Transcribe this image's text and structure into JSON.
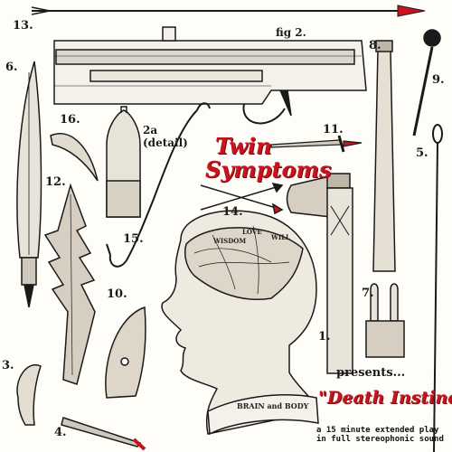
{
  "title": {
    "line1": "Twin",
    "line2": "Symptoms"
  },
  "presents": "presents...",
  "album_title": "\"Death Instinct\"",
  "description": {
    "line1": "a 15 minute extended play",
    "line2": "in full stereophonic sound"
  },
  "figure_labels": {
    "fig2": "fig 2.",
    "detail2a_line1": "2a",
    "detail2a_line2": "(detail)",
    "n1": "1.",
    "n3": "3.",
    "n4": "4.",
    "n5": "5.",
    "n6": "6.",
    "n7": "7.",
    "n8": "8.",
    "n9": "9.",
    "n10": "10.",
    "n11": "11.",
    "n12": "12.",
    "n13": "13.",
    "n14": "14.",
    "n15": "15.",
    "n16": "16."
  },
  "brain_labels": {
    "wisdom": "WISDOM",
    "love": "LOVE",
    "will": "WILL",
    "brain_and_body": "BRAIN and BODY"
  },
  "colors": {
    "accent_red": "#c8141e",
    "ink": "#1a1a1a",
    "paper": "#fffdf8"
  }
}
